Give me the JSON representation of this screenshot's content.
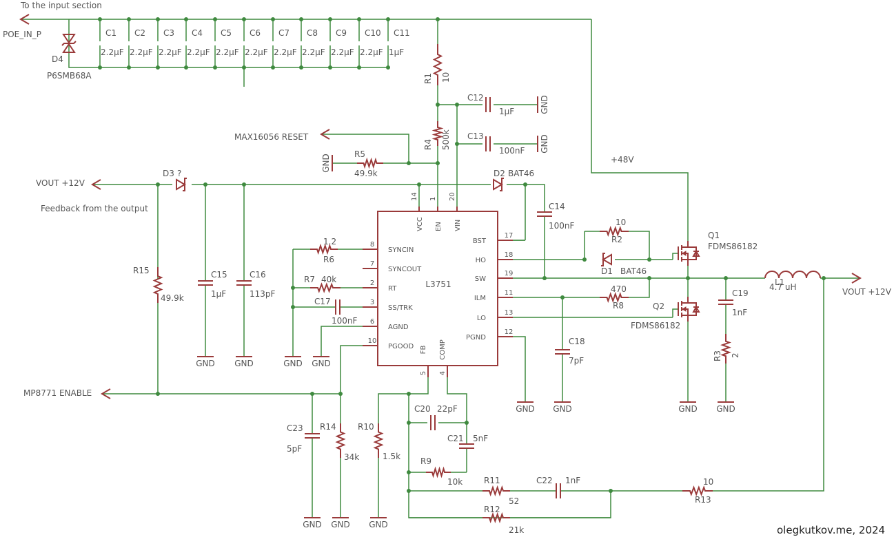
{
  "nets": {
    "to_input": "To the input section",
    "poe_in": "POE_IN_P",
    "plus48": "+48V",
    "vout_left": "VOUT +12V",
    "feedback": "Feedback from the output",
    "reset": "MAX16056 RESET",
    "enable": "MP8771 ENABLE",
    "vout_right": "VOUT +12V",
    "gnd": "GND"
  },
  "input_caps": [
    {
      "ref": "C1",
      "value": "2.2µF"
    },
    {
      "ref": "C2",
      "value": "2.2µF"
    },
    {
      "ref": "C3",
      "value": "2.2µF"
    },
    {
      "ref": "C4",
      "value": "2.2µF"
    },
    {
      "ref": "C5",
      "value": "2.2µF"
    },
    {
      "ref": "C6",
      "value": "2.2µF"
    },
    {
      "ref": "C7",
      "value": "2.2µF"
    },
    {
      "ref": "C8",
      "value": "2.2µF"
    },
    {
      "ref": "C9",
      "value": "2.2µF"
    },
    {
      "ref": "C10",
      "value": "2.2µF"
    },
    {
      "ref": "C11",
      "value": "1µF"
    }
  ],
  "parts": {
    "d4": {
      "ref": "D4",
      "value": "P6SMB68A"
    },
    "r1": {
      "ref": "R1",
      "value": "10"
    },
    "r4": {
      "ref": "R4",
      "value": "500k"
    },
    "r5": {
      "ref": "R5",
      "value": "49.9k"
    },
    "c12": {
      "ref": "C12",
      "value": "1µF"
    },
    "c13": {
      "ref": "C13",
      "value": "100nF"
    },
    "d3": {
      "ref": "D3",
      "value": "?"
    },
    "d2": {
      "ref": "D2",
      "value": "BAT46"
    },
    "c14": {
      "ref": "C14",
      "value": "100nF"
    },
    "r2": {
      "ref": "R2",
      "value": "10"
    },
    "d1": {
      "ref": "D1",
      "value": "BAT46"
    },
    "q1": {
      "ref": "Q1",
      "value": "FDMS86182"
    },
    "q2": {
      "ref": "Q2",
      "value": "FDMS86182"
    },
    "l1": {
      "ref": "L1",
      "value": "4.7 uH"
    },
    "c19": {
      "ref": "C19",
      "value": "1nF"
    },
    "r3": {
      "ref": "R3",
      "value": "2"
    },
    "r8": {
      "ref": "R8",
      "value": "470"
    },
    "c18": {
      "ref": "C18",
      "value": "7pF"
    },
    "r15": {
      "ref": "R15",
      "value": "49.9k"
    },
    "c15": {
      "ref": "C15",
      "value": "1µF"
    },
    "c16": {
      "ref": "C16",
      "value": "113pF"
    },
    "r6": {
      "ref": "R6",
      "value": "1.2"
    },
    "r7": {
      "ref": "R7",
      "value": "40k"
    },
    "c17": {
      "ref": "C17",
      "value": "100nF"
    },
    "c23": {
      "ref": "C23",
      "value": "5pF"
    },
    "r14": {
      "ref": "R14",
      "value": "34k"
    },
    "r10": {
      "ref": "R10",
      "value": "1.5k"
    },
    "c20": {
      "ref": "C20",
      "value": "22pF"
    },
    "c21": {
      "ref": "C21",
      "value": "5nF"
    },
    "r9": {
      "ref": "R9",
      "value": "10k"
    },
    "r11": {
      "ref": "R11",
      "value": "52"
    },
    "c22": {
      "ref": "C22",
      "value": "1nF"
    },
    "r12": {
      "ref": "R12",
      "value": "21k"
    },
    "r13": {
      "ref": "R13",
      "value": "10"
    }
  },
  "ic": {
    "name": "L3751",
    "pins_left": [
      {
        "num": "8",
        "name": "SYNCIN"
      },
      {
        "num": "7",
        "name": "SYNCOUT"
      },
      {
        "num": "2",
        "name": "RT"
      },
      {
        "num": "3",
        "name": "SS/TRK"
      },
      {
        "num": "6",
        "name": "AGND"
      },
      {
        "num": "10",
        "name": "PGOOD"
      }
    ],
    "pins_right": [
      {
        "num": "17",
        "name": "BST"
      },
      {
        "num": "18",
        "name": "HO"
      },
      {
        "num": "19",
        "name": "SW"
      },
      {
        "num": "11",
        "name": "ILM"
      },
      {
        "num": "13",
        "name": "LO"
      },
      {
        "num": "12",
        "name": "PGND"
      }
    ],
    "pins_top": [
      {
        "num": "14",
        "name": "VCC"
      },
      {
        "num": "1",
        "name": "EN"
      },
      {
        "num": "20",
        "name": "VIN"
      }
    ],
    "pins_bottom": [
      {
        "num": "5",
        "name": "FB"
      },
      {
        "num": "4",
        "name": "COMP"
      }
    ]
  },
  "credit": "olegkutkov.me, 2024"
}
